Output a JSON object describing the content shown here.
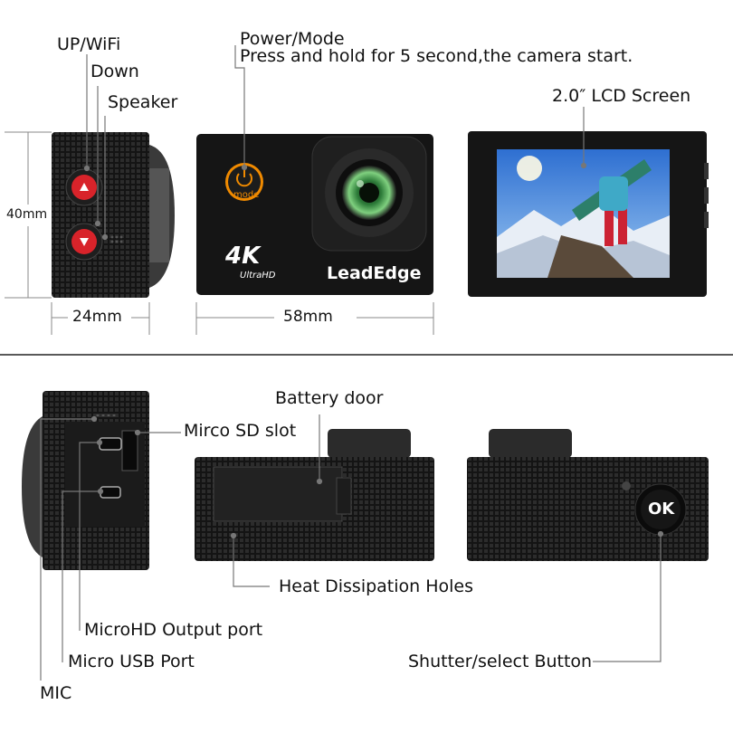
{
  "labels": {
    "up_wifi": "UP/WiFi",
    "down": "Down",
    "speaker": "Speaker",
    "power_mode_title": "Power/Mode",
    "power_mode_desc": "Press and hold for 5 second,the camera start.",
    "lcd_screen": "2.0″ LCD Screen",
    "battery_door": "Battery door",
    "sd_slot": "Mirco SD slot",
    "heat_holes": "Heat Dissipation Holes",
    "hdmi_port": "MicroHD Output port",
    "usb_port": "Micro USB Port",
    "mic": "MIC",
    "shutter_button": "Shutter/select Button"
  },
  "dimensions": {
    "height": "40mm",
    "depth": "24mm",
    "width": "58mm"
  },
  "camera": {
    "mode_text": "mode",
    "badge_4k": "4K",
    "badge_ultrahd": "UltraHD",
    "brand": "LeadEdge",
    "ok_text": "OK"
  },
  "colors": {
    "body": "#151515",
    "button_red": "#d8232a",
    "power_orange": "#f08a00",
    "lens_green": "#3fa34d"
  }
}
